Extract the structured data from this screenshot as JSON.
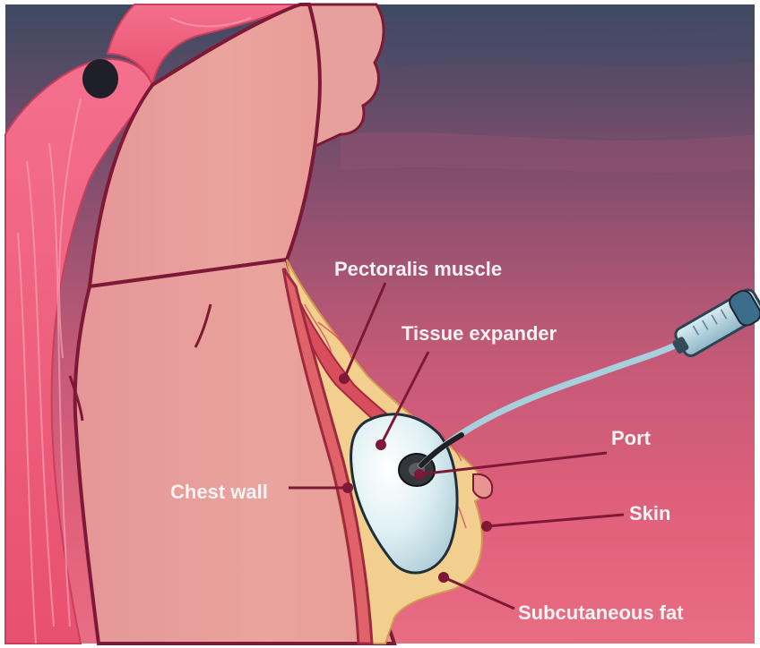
{
  "labels": {
    "pectoralis_muscle": "Pectoralis muscle",
    "tissue_expander": "Tissue expander",
    "port": "Port",
    "chest_wall": "Chest wall",
    "skin": "Skin",
    "subcutaneous_fat": "Subcutaneous fat"
  },
  "colors": {
    "sky_top": "#414b62",
    "sky_mid": "#7a4f6b",
    "background_pink": "#e1607b",
    "skin": "#e8a09a",
    "hair": "#ee5f7e",
    "fat": "#f3cf8f",
    "muscle": "#d94e5c",
    "expander": "#dbeef3",
    "leader": "#7e1837",
    "label_text": "#fbf3f3"
  }
}
